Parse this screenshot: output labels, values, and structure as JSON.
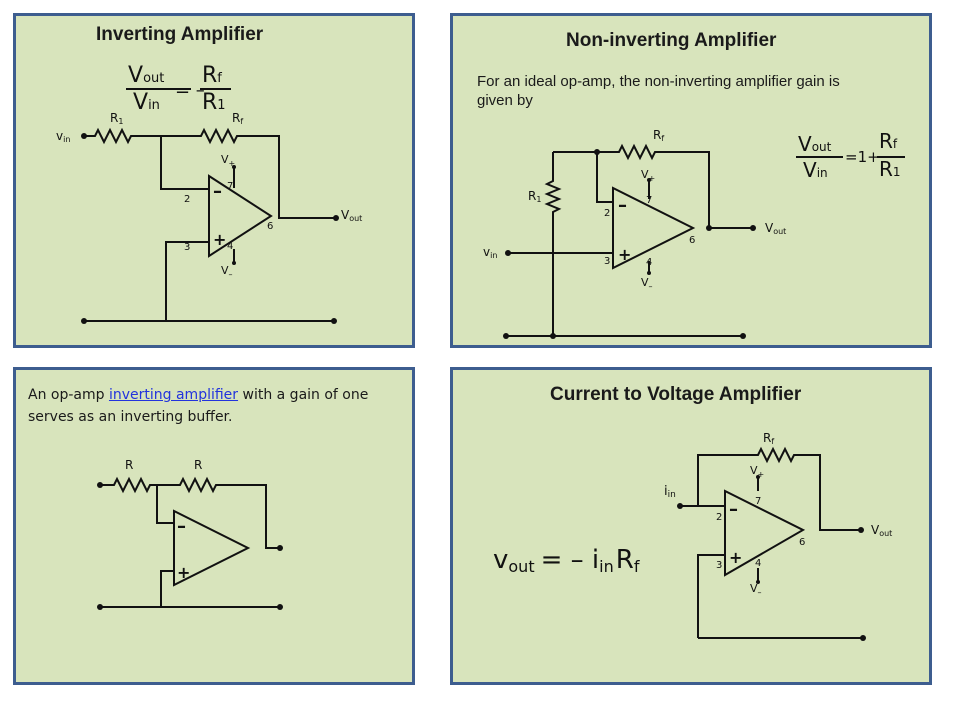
{
  "panels": {
    "inverting": {
      "title": "Inverting Amplifier",
      "formula": {
        "vout": "V",
        "vout_sub": "out",
        "vin": "V",
        "vin_sub": "in",
        "eq": "= –",
        "rf": "R",
        "rf_sub": "f",
        "r1": "R",
        "r1_sub": "1"
      },
      "labels": {
        "vin": "v",
        "vin_sub": "in",
        "r1": "R",
        "r1_sub": "1",
        "rf": "R",
        "rf_sub": "f",
        "vplus": "V",
        "vplus_sub": "+",
        "vminus": "V",
        "vminus_sub": "–",
        "vout": "V",
        "vout_sub": "out",
        "minus": "–",
        "plus": "+",
        "pin2": "2",
        "pin3": "3",
        "pin4": "4",
        "pin6": "6",
        "pin7": "7"
      }
    },
    "noninverting": {
      "title": "Non-inverting Amplifier",
      "description": "For an ideal op-amp, the non-inverting amplifier gain is given by",
      "formula": {
        "vout": "V",
        "vout_sub": "out",
        "vin": "V",
        "vin_sub": "in",
        "eq": "=1+",
        "rf": "R",
        "rf_sub": "f",
        "r1": "R",
        "r1_sub": "1"
      },
      "labels": {
        "vin": "v",
        "vin_sub": "in",
        "r1": "R",
        "r1_sub": "1",
        "rf": "R",
        "rf_sub": "f",
        "vplus": "V",
        "vplus_sub": "+",
        "vminus": "V",
        "vminus_sub": "–",
        "vout": "V",
        "vout_sub": "out",
        "minus": "–",
        "plus": "+",
        "pin2": "2",
        "pin3": "3",
        "pin4": "4",
        "pin6": "6",
        "pin7": "7"
      }
    },
    "buffer": {
      "text_before": "An op-amp ",
      "link_text": "inverting amplifier",
      "text_after": " with a gain of one serves as an inverting buffer.",
      "labels": {
        "r_in": "R",
        "r_f": "R",
        "minus": "–",
        "plus": "+"
      }
    },
    "current_to_voltage": {
      "title": "Current to Voltage Amplifier",
      "formula": {
        "vout": "v",
        "vout_sub": "out",
        "eq": "= – i",
        "iin_sub": "in",
        "rf": "R",
        "rf_sub": "f"
      },
      "labels": {
        "iin": "i",
        "iin_sub": "in",
        "rf": "R",
        "rf_sub": "f",
        "vplus": "V",
        "vplus_sub": "+",
        "vminus": "V",
        "vminus_sub": "–",
        "vout": "V",
        "vout_sub": "out",
        "minus": "–",
        "plus": "+",
        "pin2": "2",
        "pin3": "3",
        "pin4": "4",
        "pin6": "6",
        "pin7": "7"
      }
    }
  },
  "colors": {
    "panel_bg": "#d8e4bc",
    "panel_border": "#3d5d8f",
    "link": "#2233dd"
  }
}
